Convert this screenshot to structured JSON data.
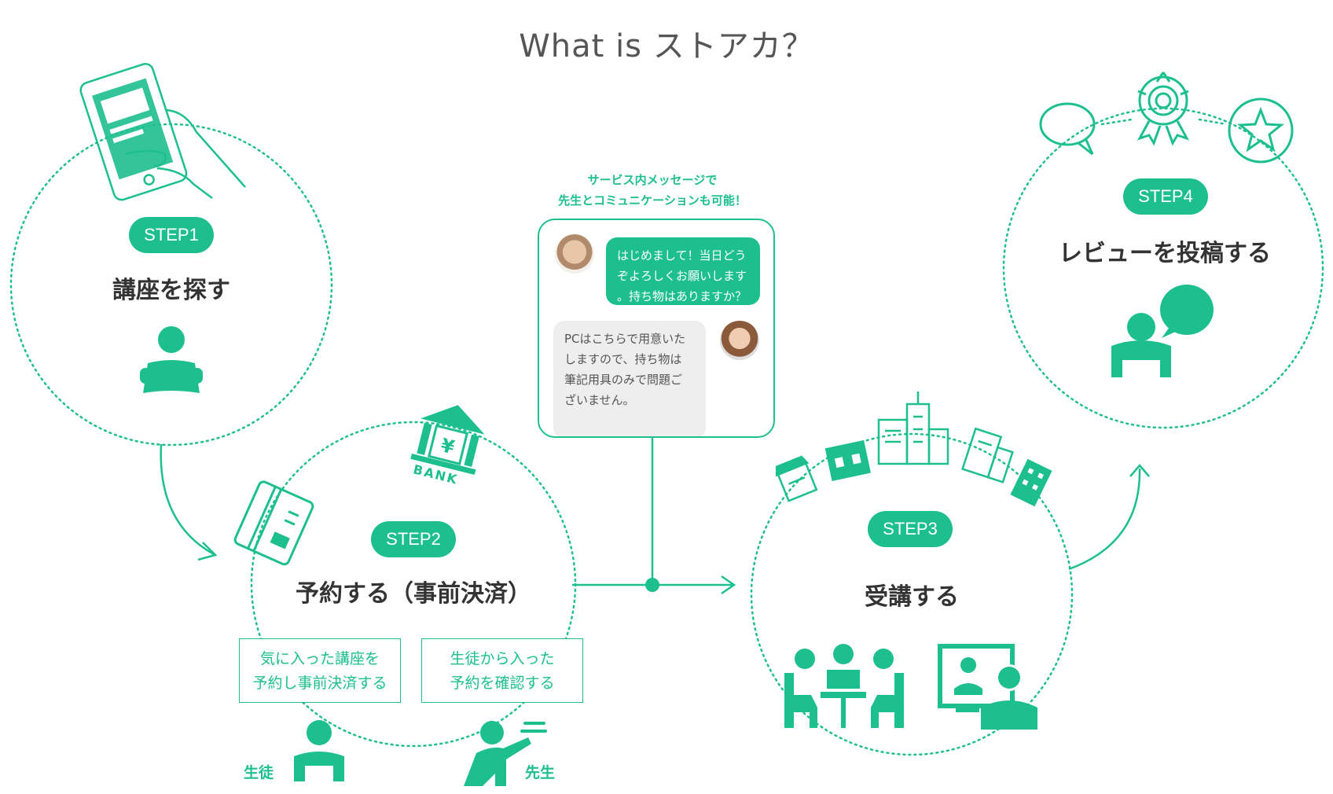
{
  "title": "What is ストアカ？",
  "steps": [
    {
      "badge": "STEP1",
      "label": "講座を探す"
    },
    {
      "badge": "STEP2",
      "label": "予約する（事前決済）"
    },
    {
      "badge": "STEP3",
      "label": "受講する"
    },
    {
      "badge": "STEP4",
      "label": "レビューを投稿する"
    }
  ],
  "step2_boxes": {
    "student_line1": "気に入った講座を",
    "student_line2": "予約し事前決済する",
    "teacher_line1": "生徒から入った",
    "teacher_line2": "予約を確認する"
  },
  "roles": {
    "student": "生徒",
    "teacher": "先生"
  },
  "bank_label": "BANK",
  "bank_symbol": "¥",
  "message_caption": {
    "line1": "サービス内メッセージで",
    "line2": "先生とコミュニケーションも可能！"
  },
  "chat": {
    "student_msg": [
      "はじめまして！当日どう",
      "ぞよろしくお願いします",
      "。持ち物はありますか？"
    ],
    "teacher_msg": [
      "PCはこちらで用意いた",
      "しますので、持ち物は",
      "筆記用具のみで問題ご",
      "ざいません。"
    ]
  },
  "icons": [
    "smartphone-hand-icon",
    "person-reading-icon",
    "credit-card-icon",
    "bank-icon",
    "student-icon",
    "teacher-pointing-icon",
    "city-skyline-icon",
    "classroom-icon",
    "online-lesson-icon",
    "speech-bubble-icon",
    "award-badge-icon",
    "star-badge-icon",
    "reviewer-icon"
  ],
  "colors": {
    "accent": "#1dbf8e",
    "text": "#333333",
    "title": "#555555",
    "bubble_gray": "#eeeeee"
  }
}
